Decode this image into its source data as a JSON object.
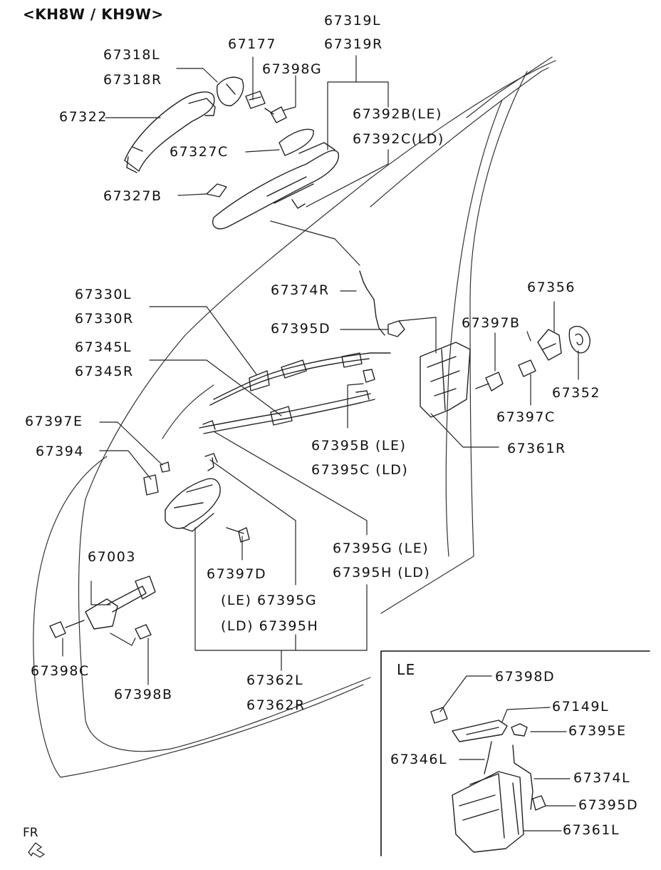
{
  "title": "<KH8W / KH9W>",
  "labels": {
    "p67319L": "67319L",
    "p67319R": "67319R",
    "p67177": "67177",
    "p67398G": "67398G",
    "p67318L": "67318L",
    "p67318R": "67318R",
    "p67322": "67322",
    "p67392B": "67392B(LE)",
    "p67392C": "67392C(LD)",
    "p67327C": "67327C",
    "p67327B": "67327B",
    "p67374R": "67374R",
    "p67356": "67356",
    "p67330L": "67330L",
    "p67330R": "67330R",
    "p67395D": "67395D",
    "p67397B": "67397B",
    "p67345L": "67345L",
    "p67345R": "67345R",
    "p67352": "67352",
    "p67397C": "67397C",
    "p67397E": "67397E",
    "p67395B": "67395B (LE)",
    "p67361R": "67361R",
    "p67394": "67394",
    "p67395C": "67395C (LD)",
    "p67395G": "67395G (LE)",
    "p67395H": "67395H (LD)",
    "p67003": "67003",
    "p67397D": "67397D",
    "p67395G_b": "(LE) 67395G",
    "p67395H_b": "(LD) 67395H",
    "p67398C": "67398C",
    "p67362L": "67362L",
    "p67362R": "67362R",
    "p67398B": "67398B"
  },
  "inset": {
    "title": "LE",
    "labels": {
      "p67398D": "67398D",
      "p67149L": "67149L",
      "p67395E": "67395E",
      "p67346L": "67346L",
      "p67374L": "67374L",
      "p67395D": "67395D",
      "p67361L": "67361L"
    }
  },
  "direction_marker": "FR"
}
